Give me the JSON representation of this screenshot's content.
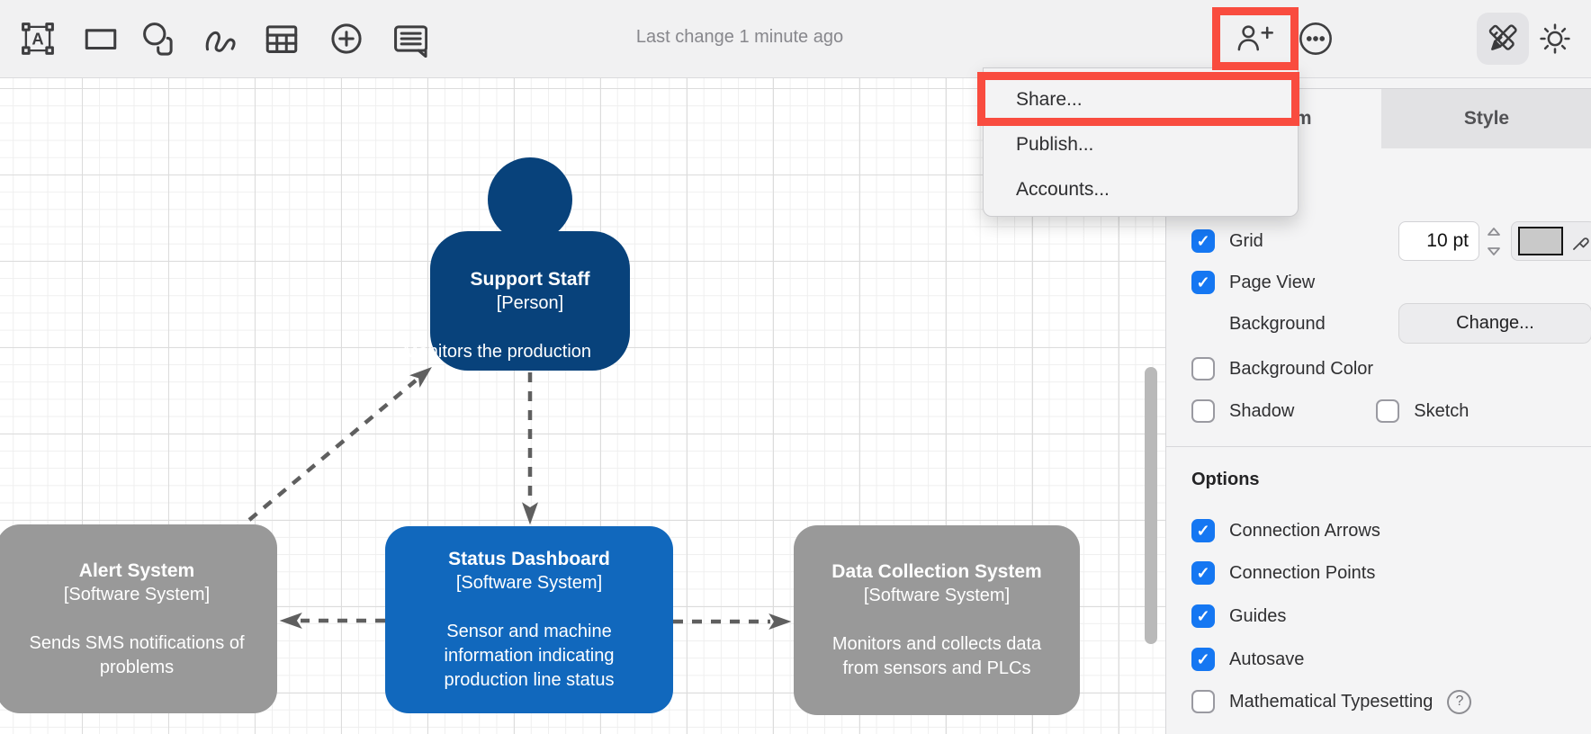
{
  "toolbar": {
    "last_change": "Last change 1 minute ago",
    "tools": [
      {
        "name": "text-tool"
      },
      {
        "name": "rectangle-tool"
      },
      {
        "name": "shapes-tool"
      },
      {
        "name": "freehand-tool"
      },
      {
        "name": "table-tool"
      },
      {
        "name": "insert-tool"
      },
      {
        "name": "comment-tool"
      },
      {
        "name": "share-collaborate"
      },
      {
        "name": "more-options"
      },
      {
        "name": "sketch-tools"
      },
      {
        "name": "theme-brightness"
      }
    ]
  },
  "menu": {
    "items": [
      {
        "label": "Share..."
      },
      {
        "label": "Publish..."
      },
      {
        "label": "Accounts..."
      }
    ]
  },
  "panel": {
    "tabs": [
      {
        "label": "Diagram",
        "active": true
      },
      {
        "label": "Style",
        "active": false
      }
    ],
    "view": {
      "grid": {
        "label": "Grid",
        "checked": true,
        "size_value": "10 pt"
      },
      "page_view": {
        "label": "Page View",
        "checked": true
      },
      "background": {
        "label": "Background",
        "button": "Change..."
      },
      "background_color": {
        "label": "Background Color",
        "checked": false
      },
      "shadow": {
        "label": "Shadow",
        "checked": false
      },
      "sketch": {
        "label": "Sketch",
        "checked": false
      }
    },
    "options": {
      "title": "Options",
      "items": [
        {
          "label": "Connection Arrows",
          "checked": true
        },
        {
          "label": "Connection Points",
          "checked": true
        },
        {
          "label": "Guides",
          "checked": true
        },
        {
          "label": "Autosave",
          "checked": true
        },
        {
          "label": "Mathematical Typesetting",
          "checked": false,
          "help": true
        }
      ]
    }
  },
  "diagram": {
    "nodes": [
      {
        "id": "support-staff",
        "shape": "person",
        "title": "Support Staff",
        "type": "[Person]",
        "description": "Monitors the production",
        "fill": "#08427B"
      },
      {
        "id": "alert-system",
        "shape": "box",
        "title": "Alert System",
        "type": "[Software System]",
        "description": "Sends SMS notifications of\nproblems",
        "fill": "#999999"
      },
      {
        "id": "status-dashboard",
        "shape": "box",
        "title": "Status Dashboard",
        "type": "[Software System]",
        "description": "Sensor and machine\ninformation indicating\nproduction line status",
        "fill": "#1168BD"
      },
      {
        "id": "data-collection",
        "shape": "box",
        "title": "Data Collection System",
        "type": "[Software System]",
        "description": "Monitors and collects data\nfrom sensors and PLCs",
        "fill": "#999999"
      }
    ],
    "edges": [
      {
        "from": "alert-system",
        "to": "support-staff",
        "style": "dashed"
      },
      {
        "from": "support-staff",
        "to": "status-dashboard",
        "style": "dashed"
      },
      {
        "from": "status-dashboard",
        "to": "alert-system",
        "style": "dashed"
      },
      {
        "from": "status-dashboard",
        "to": "data-collection",
        "style": "dashed"
      }
    ]
  },
  "colors": {
    "annotation_red": "#f94c3f",
    "checkbox_blue": "#1577f2",
    "person_fill": "#08427B",
    "system_fill": "#1168BD",
    "external_fill": "#999999",
    "edge_gray": "#5f5f5f"
  }
}
